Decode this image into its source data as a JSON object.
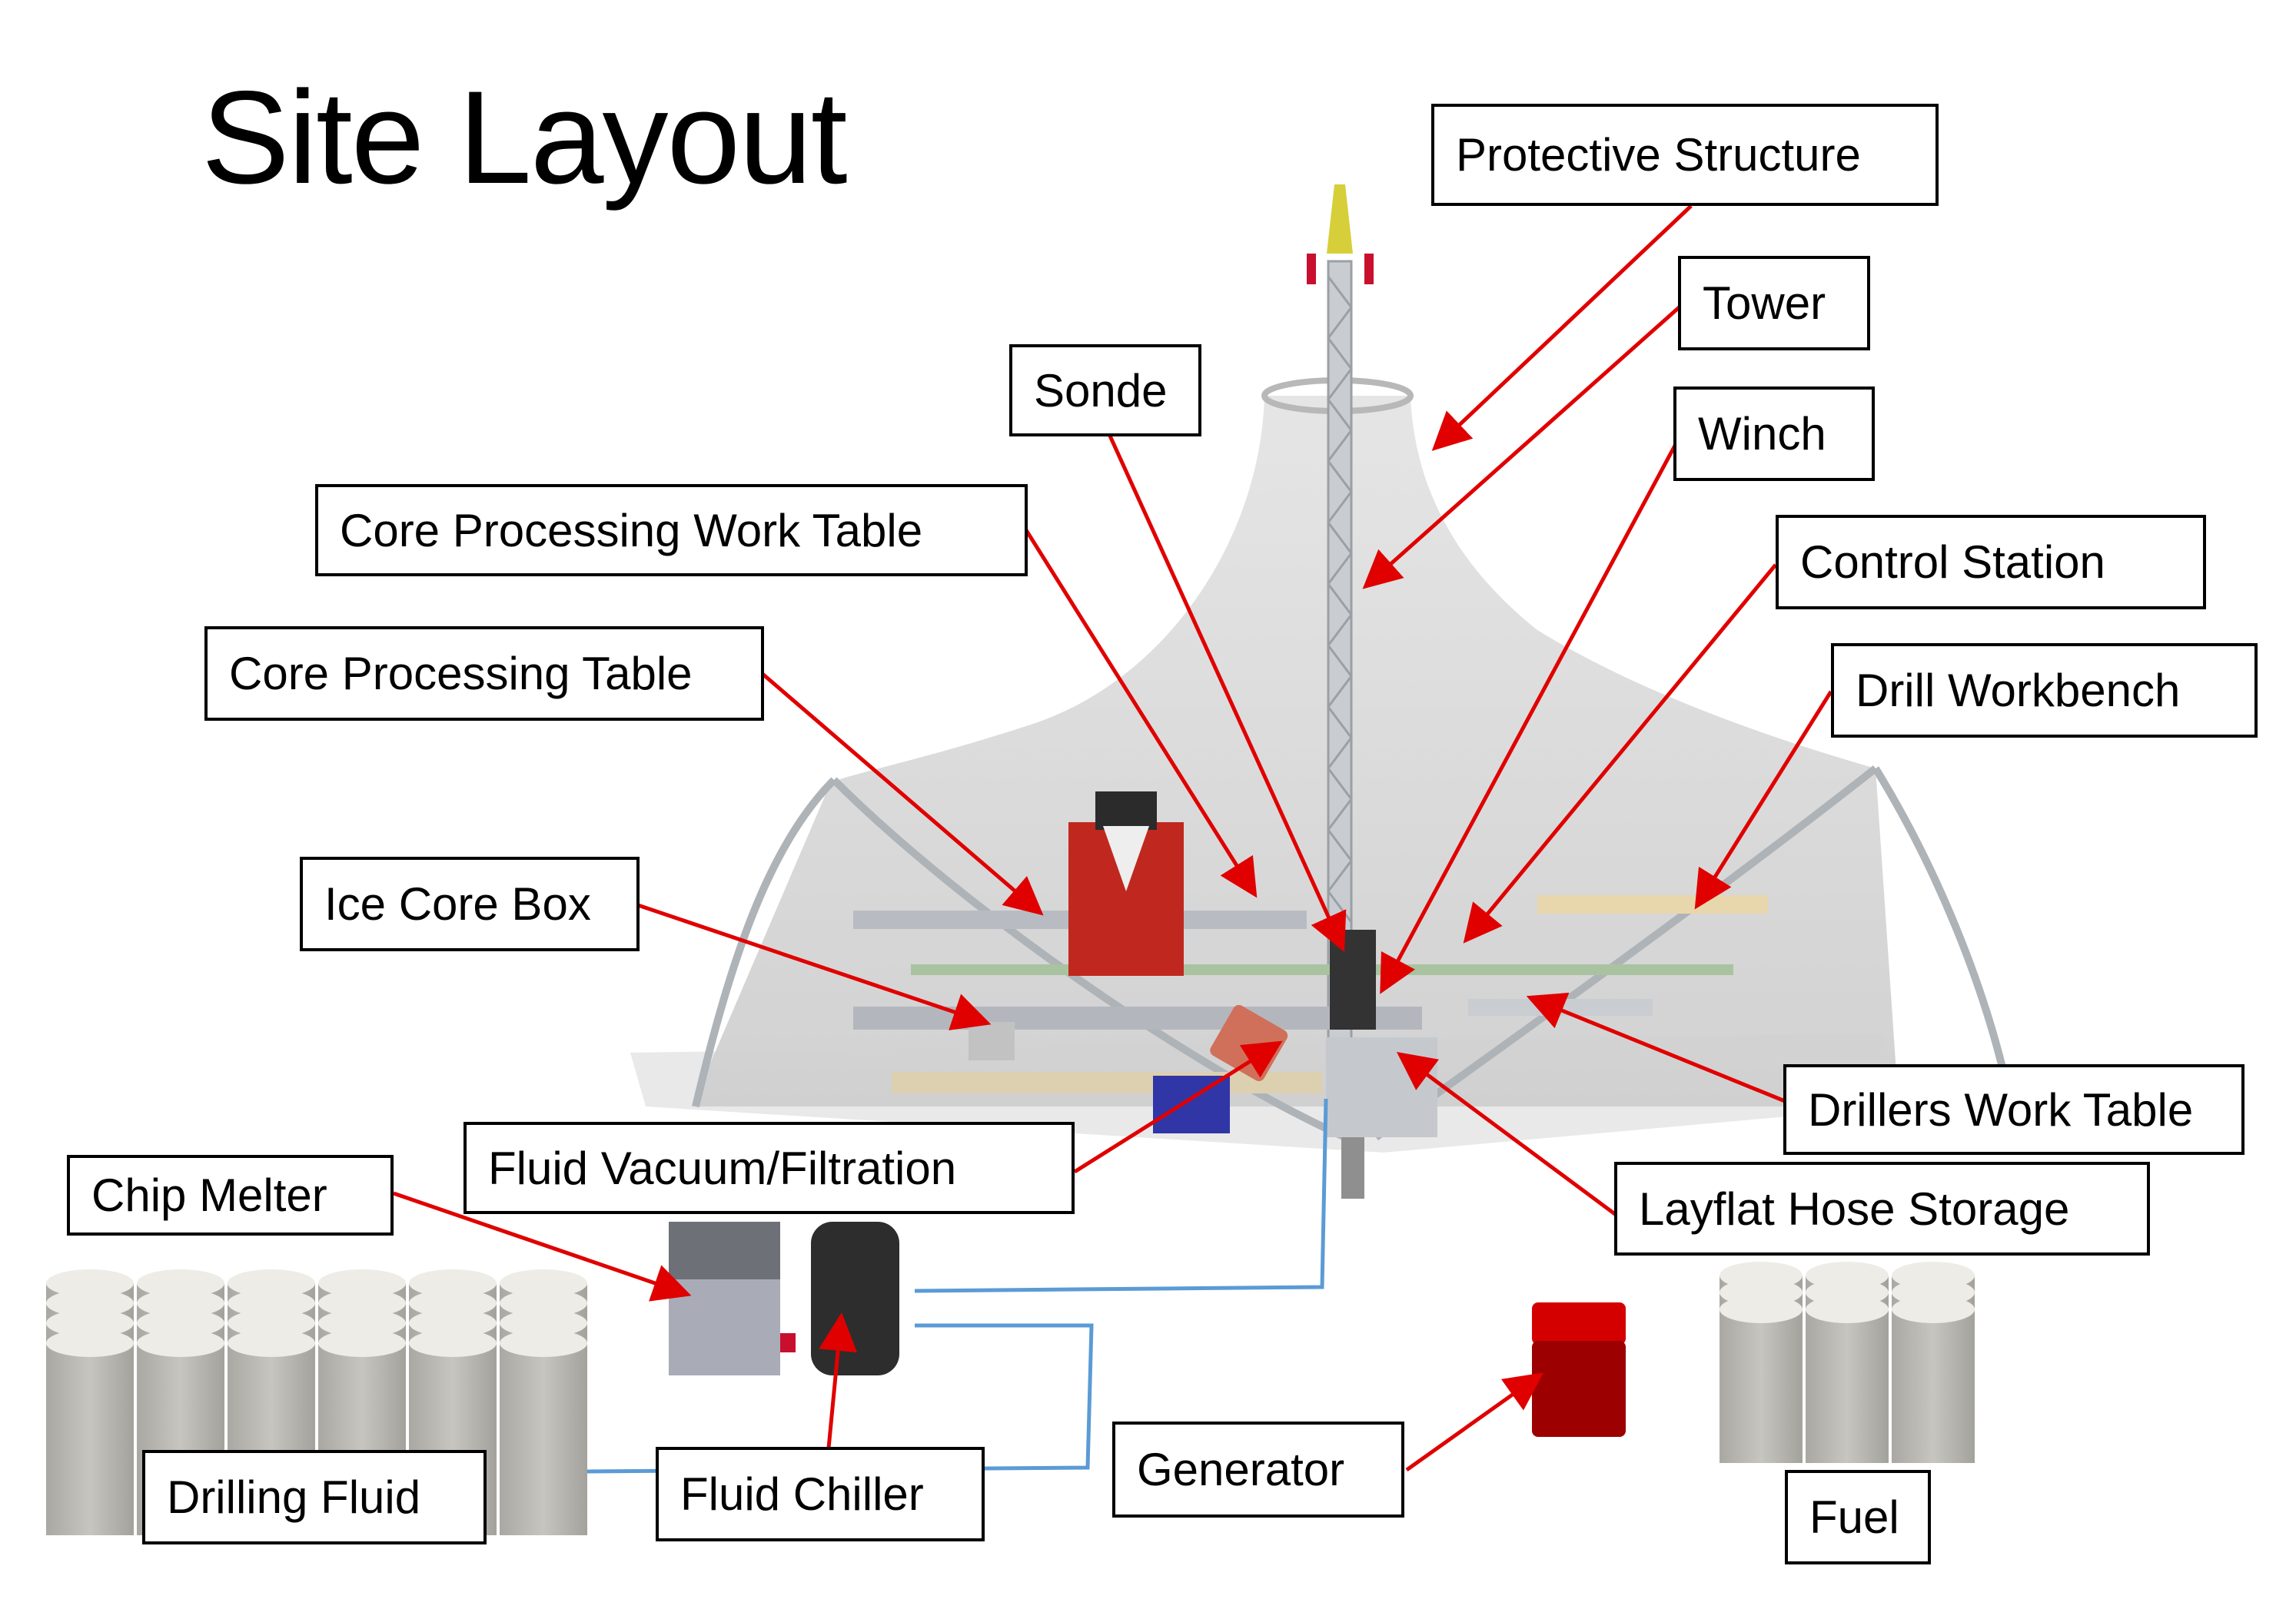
{
  "title": "Site Layout",
  "labels": {
    "protective_structure": "Protective Structure",
    "tower": "Tower",
    "sonde": "Sonde",
    "winch": "Winch",
    "core_processing_work_table": "Core Processing Work Table",
    "control_station": "Control Station",
    "core_processing_table": "Core Processing Table",
    "drill_workbench": "Drill Workbench",
    "ice_core_box": "Ice Core Box",
    "drillers_work_table": "Drillers Work Table",
    "fluid_vacuum_filtration": "Fluid Vacuum/Filtration",
    "chip_melter": "Chip Melter",
    "layflat_hose_storage": "Layflat Hose Storage",
    "generator": "Generator",
    "drilling_fluid": "Drilling Fluid",
    "fluid_chiller": "Fluid Chiller",
    "fuel": "Fuel"
  },
  "colors": {
    "callout_arrow": "#e00000",
    "tent_fabric": "#d9d9d9",
    "generator": "#b00000",
    "fluid_line": "#5b9bd5",
    "barrel": "#bdbcb6"
  }
}
